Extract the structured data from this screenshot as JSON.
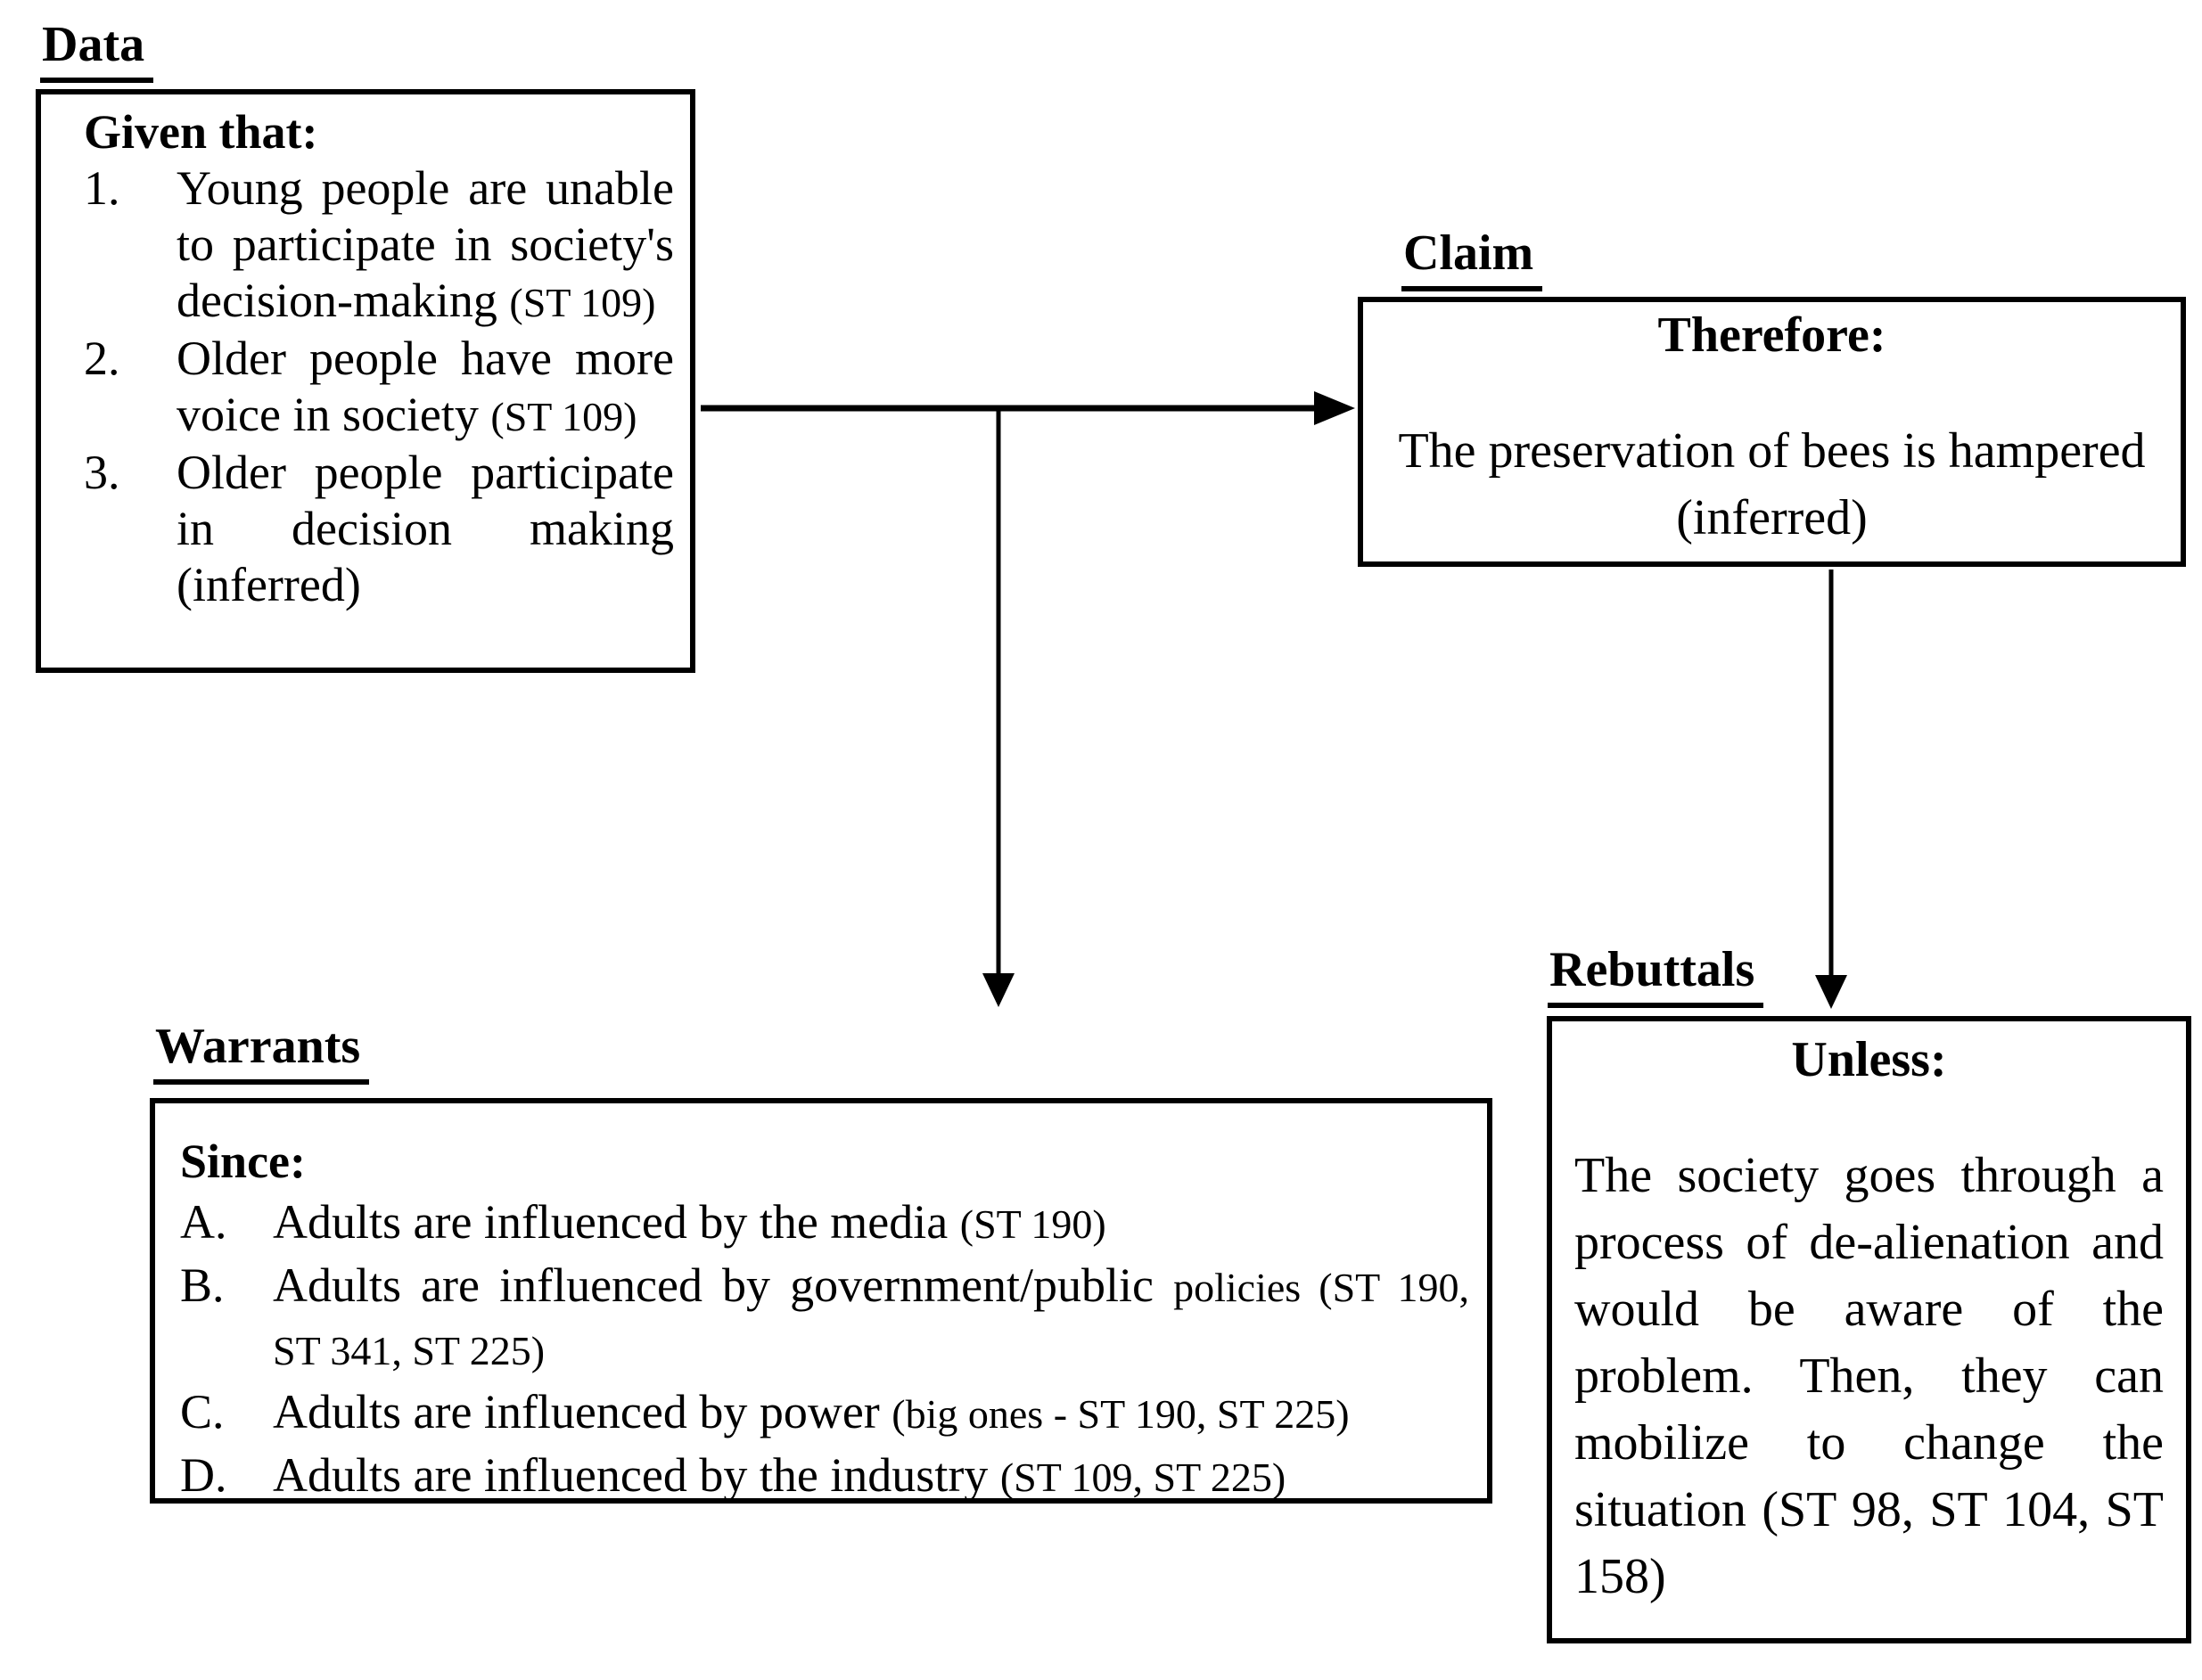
{
  "colors": {
    "ink": "#000000",
    "background": "#ffffff"
  },
  "labels": {
    "data": "Data",
    "claim": "Claim",
    "warrants": "Warrants",
    "rebuttals": "Rebuttals"
  },
  "data_box": {
    "heading": "Given that:",
    "items": [
      {
        "marker": "1.",
        "lines": [
          {
            "stretch": true,
            "segs": [
              {
                "t": "Young people are unable"
              }
            ]
          },
          {
            "stretch": true,
            "segs": [
              {
                "t": "to participate in society's"
              }
            ]
          },
          {
            "stretch": false,
            "segs": [
              {
                "t": "decision-making "
              },
              {
                "t": "(ST 109)",
                "small": true
              }
            ]
          }
        ]
      },
      {
        "marker": "2.",
        "lines": [
          {
            "stretch": true,
            "segs": [
              {
                "t": "Older people have more"
              }
            ]
          },
          {
            "stretch": false,
            "segs": [
              {
                "t": "voice in society "
              },
              {
                "t": "(ST 109)",
                "small": true
              }
            ]
          }
        ]
      },
      {
        "marker": "3.",
        "lines": [
          {
            "stretch": true,
            "segs": [
              {
                "t": "Older people participate"
              }
            ]
          },
          {
            "stretch": true,
            "segs": [
              {
                "t": "in decision making"
              }
            ]
          },
          {
            "stretch": false,
            "segs": [
              {
                "t": "(inferred)"
              }
            ]
          }
        ]
      }
    ]
  },
  "claim_box": {
    "heading": "Therefore:",
    "lines": [
      "The preservation of bees is hampered",
      "(inferred)"
    ]
  },
  "warrants_box": {
    "heading": "Since:",
    "items": [
      {
        "marker": "A.",
        "lines": [
          {
            "stretch": false,
            "segs": [
              {
                "t": "Adults are influenced by the media "
              },
              {
                "t": "(ST 190)",
                "small": true
              }
            ]
          }
        ]
      },
      {
        "marker": "B.",
        "lines": [
          {
            "stretch": true,
            "segs": [
              {
                "t": "Adults are influenced by government/public "
              },
              {
                "t": "policies (ST 190,",
                "small": true
              }
            ]
          },
          {
            "stretch": false,
            "segs": [
              {
                "t": "ST 341, ST 225)",
                "small": true
              }
            ]
          }
        ]
      },
      {
        "marker": "C.",
        "lines": [
          {
            "stretch": false,
            "segs": [
              {
                "t": "Adults are influenced by power "
              },
              {
                "t": "(big ones - ST 190, ST 225)",
                "small": true
              }
            ]
          }
        ]
      },
      {
        "marker": "D.",
        "lines": [
          {
            "stretch": false,
            "segs": [
              {
                "t": "Adults are influenced by the industry "
              },
              {
                "t": "(ST 109, ST 225)",
                "small": true
              }
            ]
          }
        ]
      }
    ]
  },
  "rebuttals_box": {
    "heading": "Unless:",
    "lines": [
      {
        "stretch": true,
        "segs": [
          {
            "t": "The society goes through a"
          }
        ]
      },
      {
        "stretch": true,
        "segs": [
          {
            "t": "process of de-alienation and"
          }
        ]
      },
      {
        "stretch": true,
        "segs": [
          {
            "t": "would be aware of the"
          }
        ]
      },
      {
        "stretch": true,
        "segs": [
          {
            "t": "problem. Then, they can"
          }
        ]
      },
      {
        "stretch": true,
        "segs": [
          {
            "t": "mobilize to change the"
          }
        ]
      },
      {
        "stretch": true,
        "segs": [
          {
            "t": "situation (ST 98, ST 104, ST"
          }
        ]
      },
      {
        "stretch": false,
        "segs": [
          {
            "t": "158)"
          }
        ]
      }
    ]
  }
}
